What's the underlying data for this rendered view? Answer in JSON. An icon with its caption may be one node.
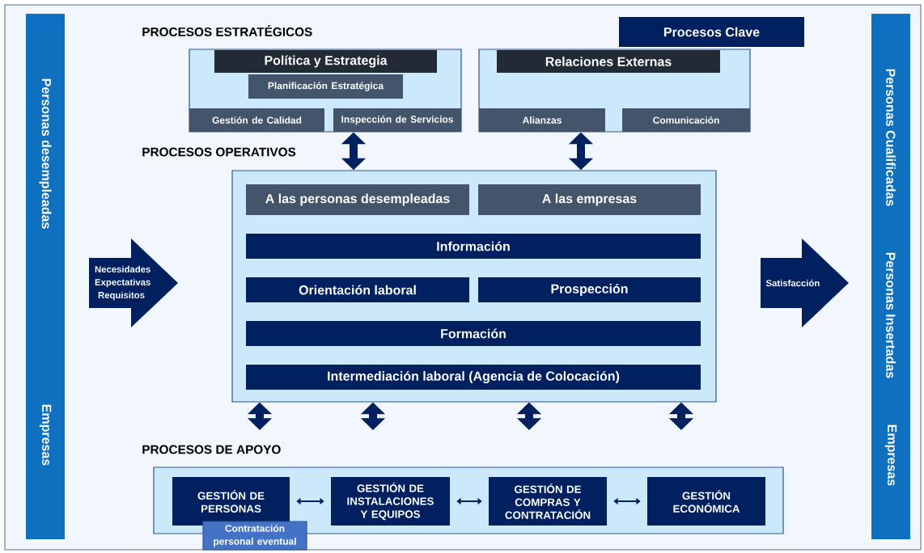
{
  "diagram": {
    "nodes": [
      {
        "text": [
          "Personas desempleadas",
          "Empresas"
        ]
      },
      {
        "text": [],
        "shape": "box"
      },
      {
        "text": [
          "Política y Estrategia"
        ],
        "in": 1
      },
      {
        "text": [
          "Planificación Estratégica"
        ],
        "in": 1
      },
      {
        "text": [
          "Gestión de Calidad"
        ],
        "in": 1
      },
      {
        "text": [
          "Inspección de Servicios"
        ],
        "in": 1
      },
      {
        "text": [
          "Procesos Clave"
        ]
      },
      {
        "text": [],
        "shape": "box"
      },
      {
        "text": [
          "Relaciones Externas"
        ],
        "in": 7
      },
      {
        "text": [
          "Alianzas"
        ],
        "in": 7
      },
      {
        "text": [
          "Comunicación"
        ],
        "in": 7
      },
      {
        "text": [
          "Necesidades Expectativas Requisitos"
        ]
      },
      {
        "text": [],
        "shape": "box"
      },
      {
        "text": [
          "A las personas desempleadas"
        ],
        "in": 12
      },
      {
        "text": [
          "A las empresas"
        ],
        "in": 12
      },
      {
        "text": [
          "Información"
        ],
        "in": 12
      },
      {
        "text": [
          "Orientación laboral"
        ],
        "in": 12
      },
      {
        "text": [
          "Prospección"
        ],
        "in": 12
      },
      {
        "text": [
          "Formación"
        ],
        "in": 12
      },
      {
        "text": [
          "Intermediación laboral (Agencia de Colocación)"
        ],
        "in": 12
      },
      {
        "text": [
          "Satisfacción"
        ]
      },
      {
        "text": [
          "Personas Cualificadas",
          "Personas Insertadas",
          "Empresas"
        ]
      },
      {
        "text": [],
        "shape": "box"
      },
      {
        "text": [
          "GESTIÓN DE PERSONAS"
        ],
        "in": 22
      },
      {
        "text": [
          "GESTIÓN DE INSTALACIONES Y EQUIPOS"
        ],
        "in": 22
      },
      {
        "text": [
          "GESTIÓN DE COMPRAS Y CONTRATACIÓN"
        ],
        "in": 22
      },
      {
        "text": [
          "GESTIÓN ECONÓMICA"
        ],
        "in": 22
      },
      {
        "text": [
          "Contratación personal eventual"
        ]
      }
    ],
    "edges": [
      {
        "from": 1,
        "to": 12,
        "arrow": "both"
      },
      {
        "from": 7,
        "to": 12,
        "arrow": "both"
      },
      {
        "from": 12,
        "to": null,
        "arrow": "both"
      },
      {
        "from": 12,
        "to": null,
        "arrow": "both"
      },
      {
        "from": 12,
        "to": null,
        "arrow": "both"
      },
      {
        "from": 12,
        "to": null,
        "arrow": "both"
      },
      {
        "from": 23,
        "to": 24,
        "arrow": "both"
      },
      {
        "from": 24,
        "to": 25,
        "arrow": "both"
      },
      {
        "from": 25,
        "to": 26,
        "arrow": "both"
      }
    ],
    "labels": [
      "PROCESOS ESTRATÉGICOS",
      "PROCESOS OPERATIVOS",
      "PROCESOS DE APOYO"
    ]
  }
}
